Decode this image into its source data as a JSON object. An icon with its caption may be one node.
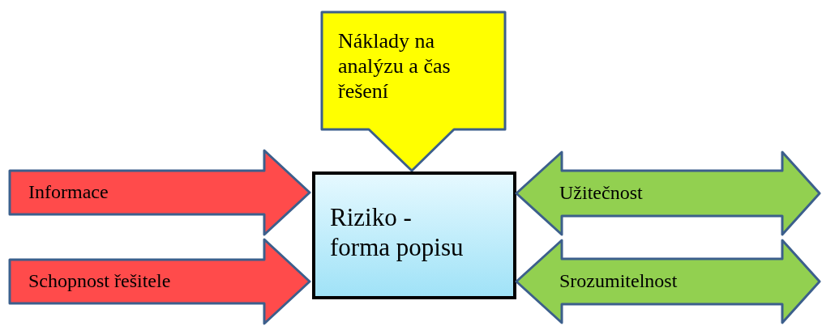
{
  "diagram": {
    "nodes": [
      {
        "text": [
          "Náklady na analýzu a čas řešení"
        ]
      },
      {
        "text": [
          "Informace"
        ]
      },
      {
        "text": [
          "Riziko - forma popisu"
        ]
      },
      {
        "text": [
          "Užitečnost"
        ]
      },
      {
        "text": [
          "Schopnost řešitele"
        ]
      },
      {
        "text": [
          "Srozumitelnost"
        ]
      }
    ]
  }
}
